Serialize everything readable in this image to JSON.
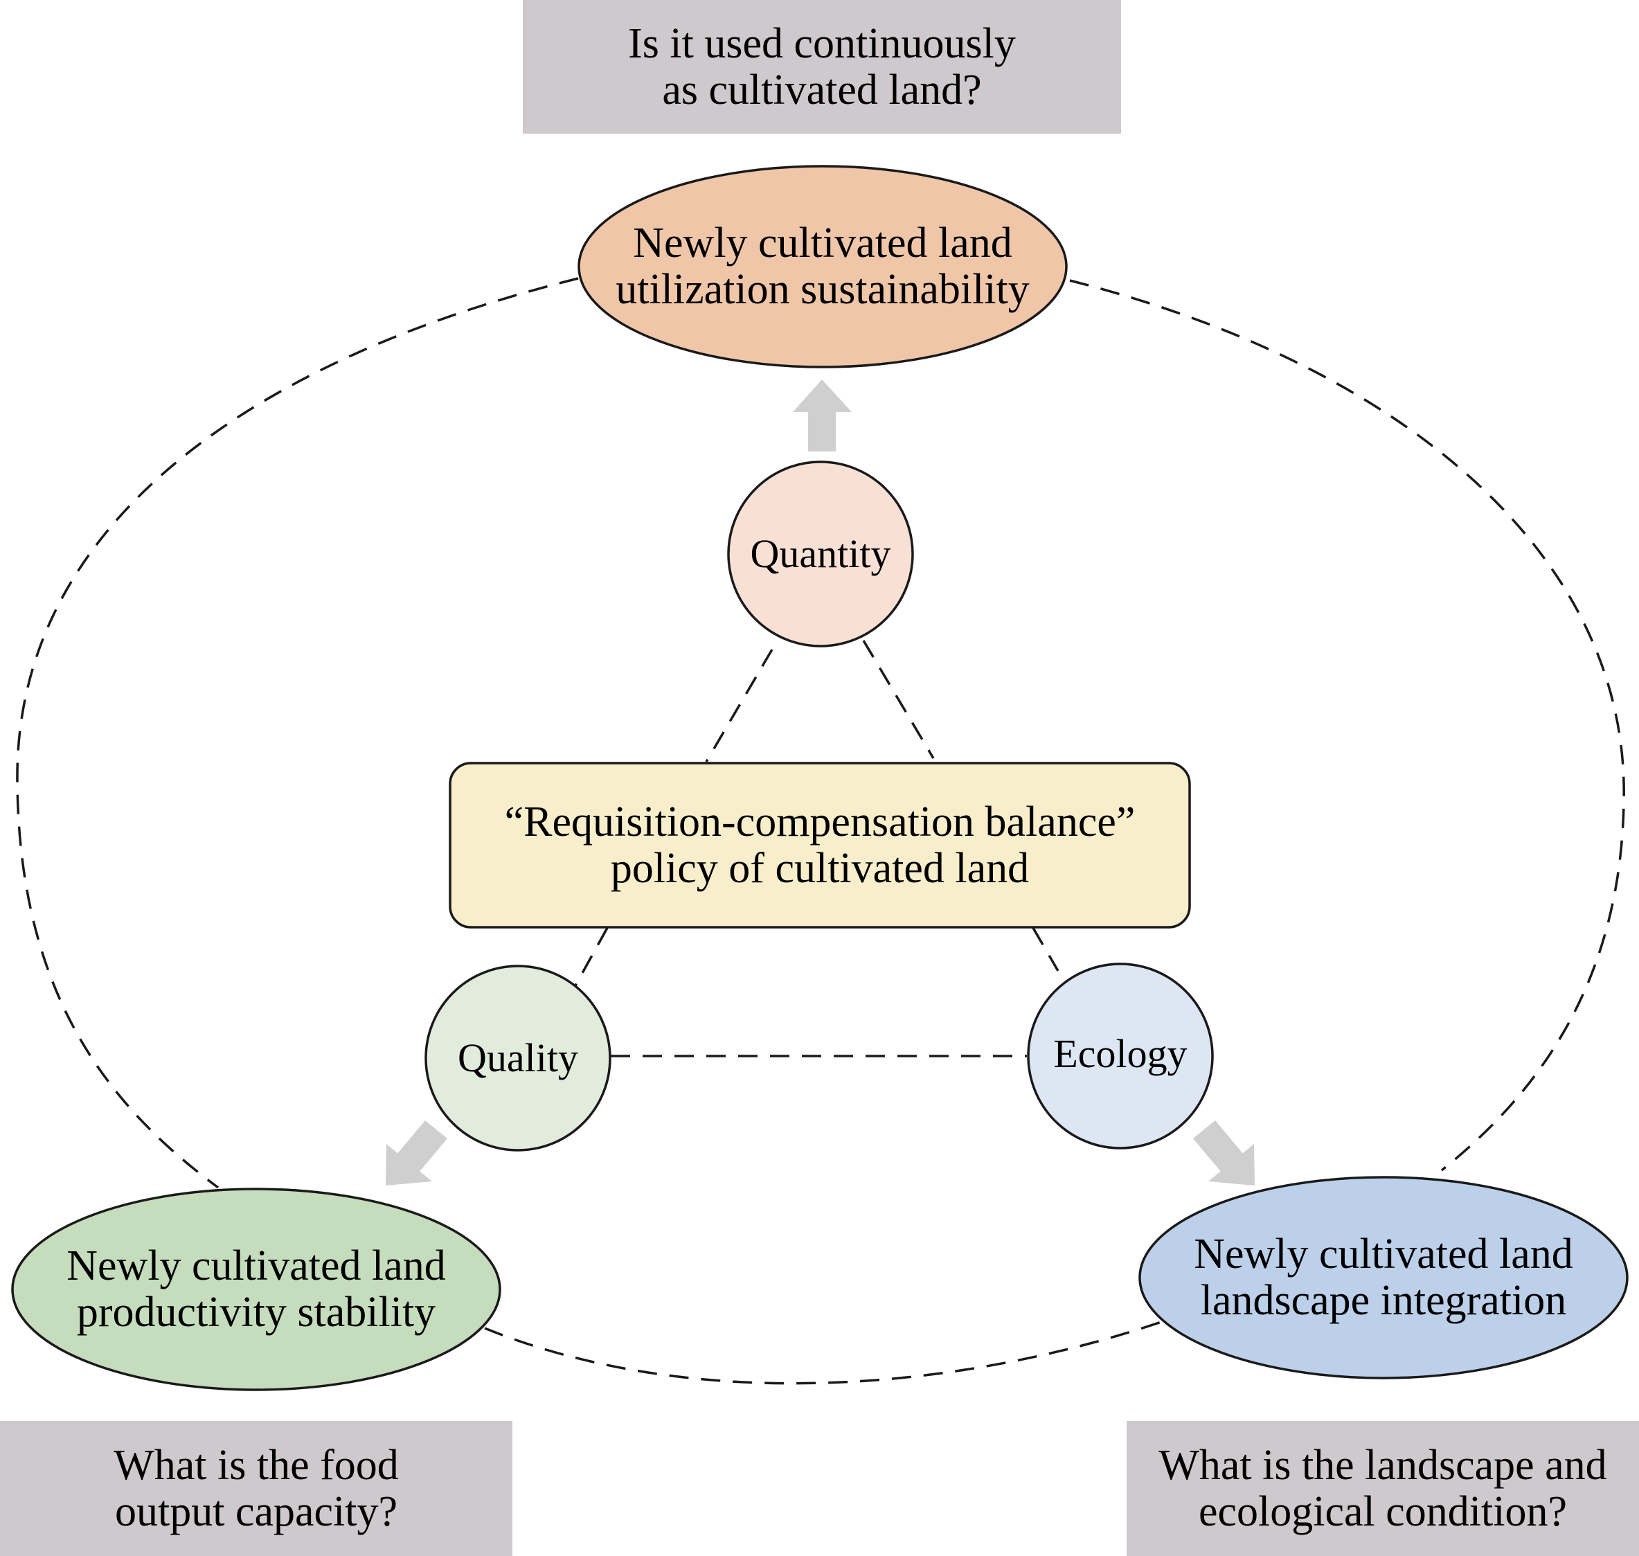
{
  "questions": {
    "top": {
      "line1": "Is it used continuously",
      "line2": "as cultivated land?"
    },
    "left": {
      "line1": "What is the food",
      "line2": "output capacity?"
    },
    "right": {
      "line1": "What is the landscape and",
      "line2": "ecological condition?"
    }
  },
  "outcomes": {
    "top": {
      "line1": "Newly cultivated land",
      "line2": "utilization sustainability"
    },
    "left": {
      "line1": "Newly cultivated land",
      "line2": "productivity stability"
    },
    "right": {
      "line1": "Newly cultivated land",
      "line2": "landscape integration"
    }
  },
  "dimensions": {
    "quantity": "Quantity",
    "quality": "Quality",
    "ecology": "Ecology"
  },
  "policy": {
    "line1": "“Requisition-compensation balance”",
    "line2": "policy of cultivated land"
  },
  "colors": {
    "question_box": "#cdc9cc",
    "outcome_top": "#f0c6a9",
    "outcome_left": "#c5dcbd",
    "outcome_right": "#bdd0ea",
    "circle_quantity": "#f8e0d5",
    "circle_quality": "#e2ecdc",
    "circle_ecology": "#dde7f4",
    "policy_box": "#f8eecb",
    "arrow": "#cfcfcf",
    "stroke": "#1a1a1a"
  }
}
